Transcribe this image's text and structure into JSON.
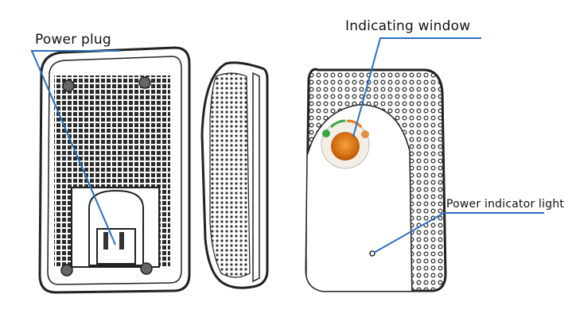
{
  "labels": {
    "power_plug": "Power plug",
    "indicating_window": "Indicating window",
    "power_indicator_light": "Power indicator light"
  },
  "colors": {
    "leader_line": "#2a6fbd",
    "outline": "#222222",
    "indicator_amber": "#e07a1a",
    "indicator_green": "#3aa64a"
  }
}
